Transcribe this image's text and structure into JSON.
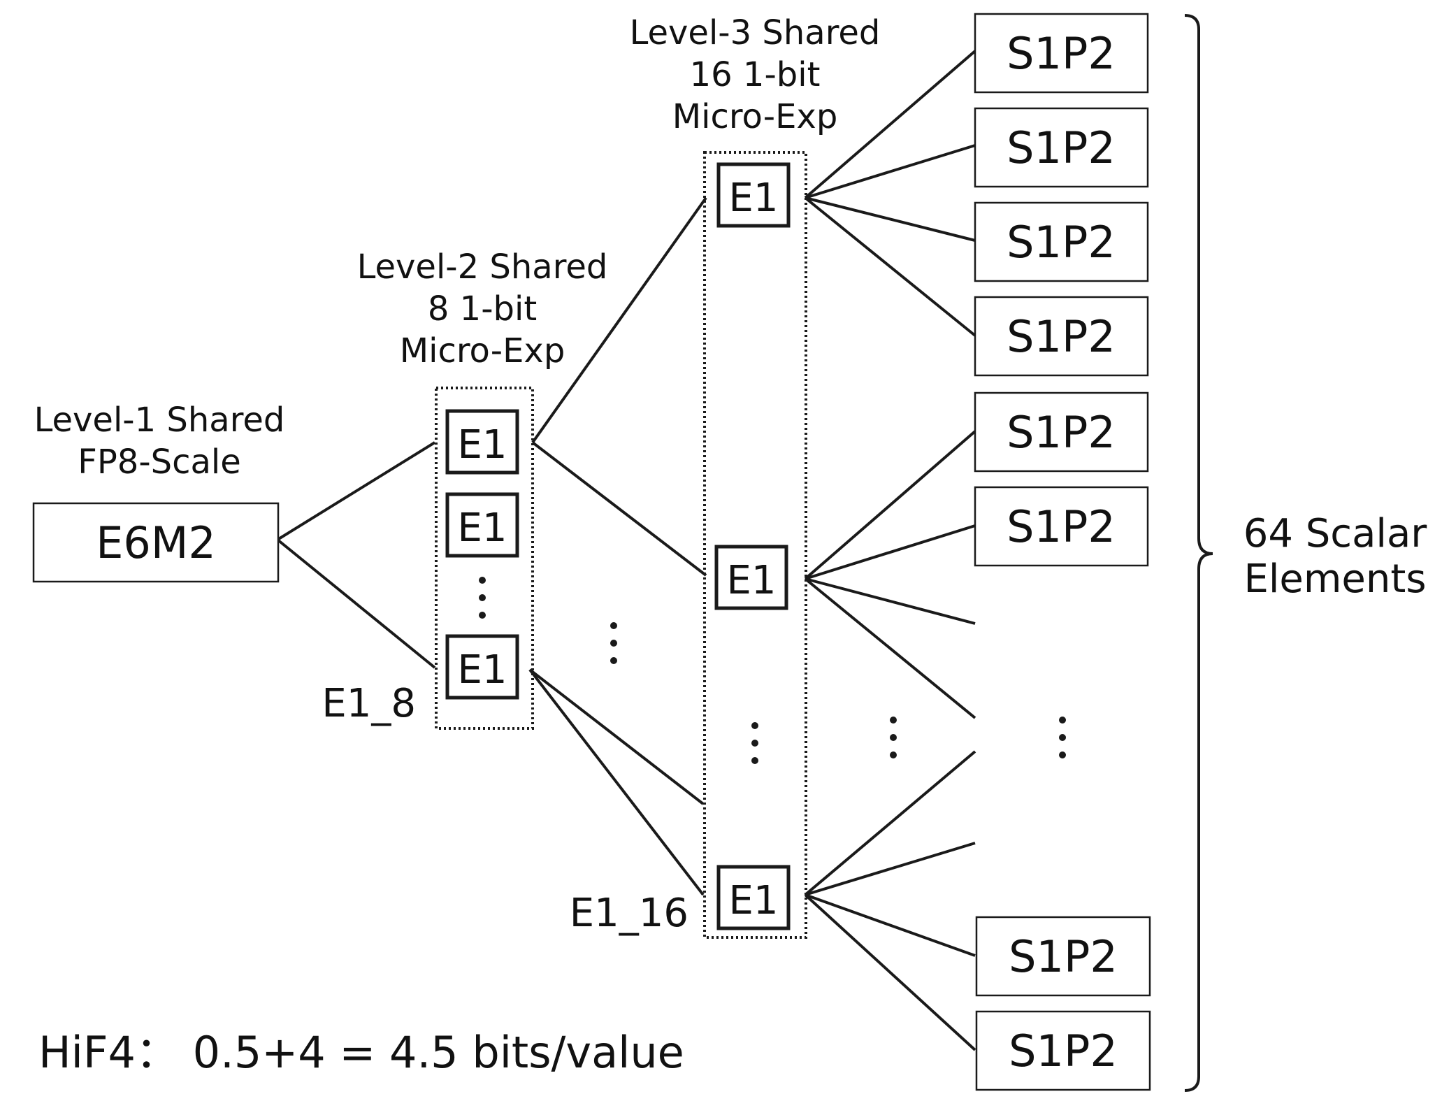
{
  "level1": {
    "line1": "Level-1 Shared",
    "line2": "FP8-Scale",
    "box": "E6M2"
  },
  "level2": {
    "line1": "Level-2 Shared",
    "line2": "8 1-bit",
    "line3": "Micro-Exp",
    "box": "E1",
    "last_label": "E1_8"
  },
  "level3": {
    "line1": "Level-3 Shared",
    "line2": "16 1-bit",
    "line3": "Micro-Exp",
    "box": "E1",
    "last_label": "E1_16"
  },
  "scalar": {
    "box": "S1P2"
  },
  "brace_label": {
    "line1": "64 Scalar",
    "line2": "Elements"
  },
  "footer": "HiF4： 0.5+4 = 4.5 bits/value"
}
